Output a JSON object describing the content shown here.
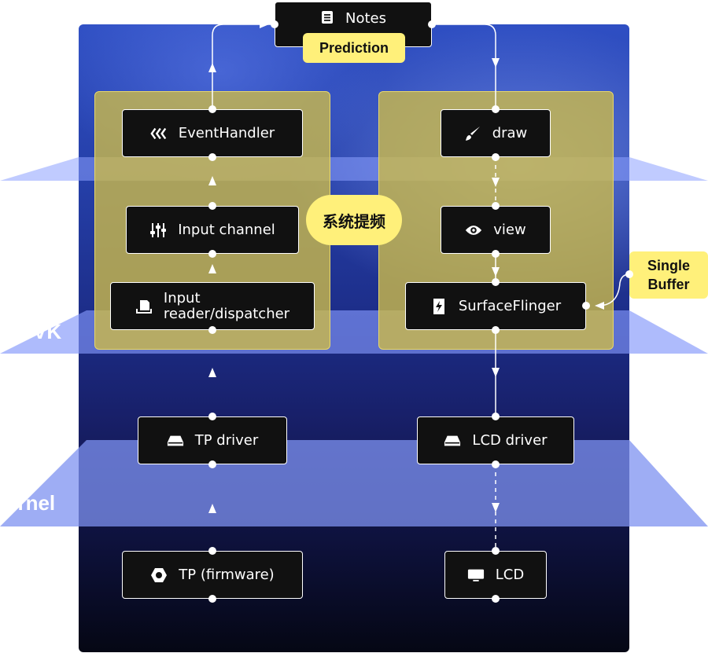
{
  "notes": {
    "label": "Notes",
    "badge": "Prediction"
  },
  "center_tag": "系统提频",
  "single_buffer": "Single\nBuffer",
  "layers": {
    "sdk_label": "VK",
    "kernel_label": "ernel"
  },
  "left_column": {
    "event_handler": "EventHandler",
    "input_channel": "Input channel",
    "input_reader": "Input\nreader/dispatcher",
    "tp_driver": "TP driver",
    "tp_firmware": "TP (firmware)"
  },
  "right_column": {
    "draw": "draw",
    "view": "view",
    "surface_flinger": "SurfaceFlinger",
    "lcd_driver": "LCD driver",
    "lcd": "LCD"
  },
  "colors": {
    "panel": "#ccba4a",
    "tag": "#fff07a",
    "box": "#111111",
    "layer_band": "#7f8ff0"
  }
}
